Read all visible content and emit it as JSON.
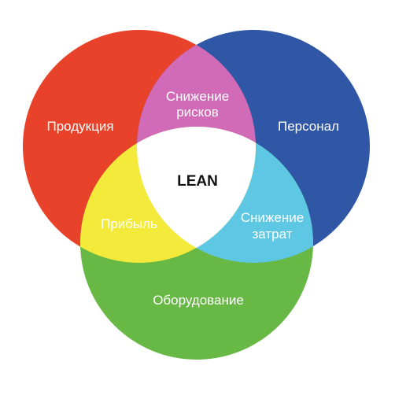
{
  "diagram": {
    "type": "venn-3",
    "circles": [
      {
        "id": "red",
        "label": "Продукция",
        "color": "#e8432a"
      },
      {
        "id": "blue",
        "label": "Персонал",
        "color": "#2f57a5"
      },
      {
        "id": "green",
        "label": "Оборудование",
        "color": "#68b846"
      }
    ],
    "overlaps": {
      "red_blue": {
        "lines": [
          "Снижение",
          "рисков"
        ],
        "color": "#d16ab7"
      },
      "blue_green": {
        "lines": [
          "Снижение",
          "затрат"
        ],
        "color": "#5ec8e4"
      },
      "red_green": {
        "lines": [
          "Прибыль"
        ],
        "color": "#f4ea3b"
      },
      "center": {
        "label": "LEAN",
        "color": "#ffffff"
      }
    }
  }
}
